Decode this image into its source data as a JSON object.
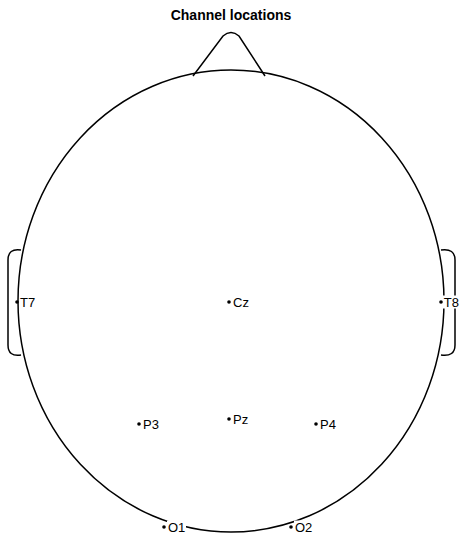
{
  "diagram": {
    "title": "Channel locations",
    "labels": [
      "T7",
      "Cz",
      "T8",
      "P3",
      "Pz",
      "P4",
      "O1",
      "O2"
    ]
  }
}
